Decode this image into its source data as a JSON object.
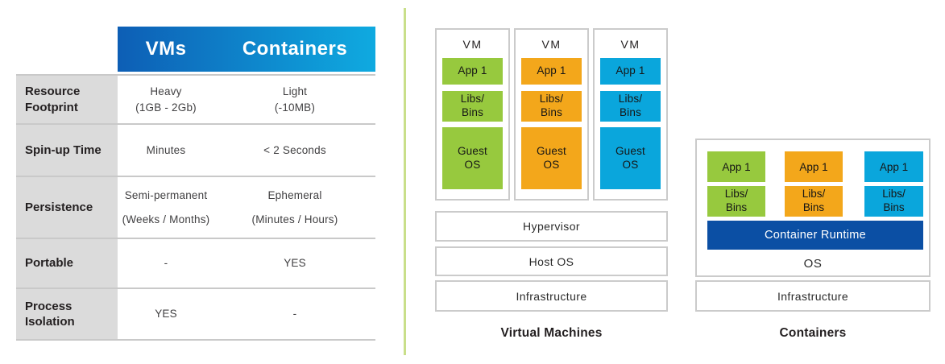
{
  "colors": {
    "header_gradient_start": "#0D5EB5",
    "header_gradient_end": "#0FAAE0",
    "label_cell_bg": "#DBDBDB",
    "green": "#97C93E",
    "orange": "#F3A71B",
    "cyan": "#0AA6DC",
    "runtime_blue": "#0B4FA4",
    "divider_green": "#C9DF8A"
  },
  "comparison_table": {
    "header": {
      "col_vms": "VMs",
      "col_containers": "Containers"
    },
    "rows": [
      {
        "label": "Resource\nFootprint",
        "vms": "Heavy\n(1GB - 2Gb)",
        "containers": "Light\n(-10MB)"
      },
      {
        "label": "Spin-up Time",
        "vms": "Minutes",
        "containers": "< 2 Seconds"
      },
      {
        "label": "Persistence",
        "vms": "Semi-permanent\n(Weeks / Months)",
        "containers": "Ephemeral\n(Minutes / Hours)"
      },
      {
        "label": "Portable",
        "vms": "-",
        "containers": "YES"
      },
      {
        "label": "Process\nIsolation",
        "vms": "YES",
        "containers": "-"
      }
    ]
  },
  "vm_diagram": {
    "caption": "Virtual Machines",
    "vms": [
      {
        "title": "VM",
        "color": "#97C93E",
        "app": "App 1",
        "libs": "Libs/\nBins",
        "guest_os": "Guest\nOS"
      },
      {
        "title": "VM",
        "color": "#F3A71B",
        "app": "App 1",
        "libs": "Libs/\nBins",
        "guest_os": "Guest\nOS"
      },
      {
        "title": "VM",
        "color": "#0AA6DC",
        "app": "App 1",
        "libs": "Libs/\nBins",
        "guest_os": "Guest\nOS"
      }
    ],
    "stack": {
      "hypervisor": "Hypervisor",
      "host_os": "Host OS",
      "infrastructure": "Infrastructure"
    }
  },
  "containers_diagram": {
    "caption": "Containers",
    "columns": [
      {
        "color": "#97C93E",
        "app": "App 1",
        "libs": "Libs/\nBins"
      },
      {
        "color": "#F3A71B",
        "app": "App 1",
        "libs": "Libs/\nBins"
      },
      {
        "color": "#0AA6DC",
        "app": "App 1",
        "libs": "Libs/\nBins"
      }
    ],
    "runtime_label": "Container Runtime",
    "os_label": "OS",
    "infrastructure_label": "Infrastructure"
  }
}
